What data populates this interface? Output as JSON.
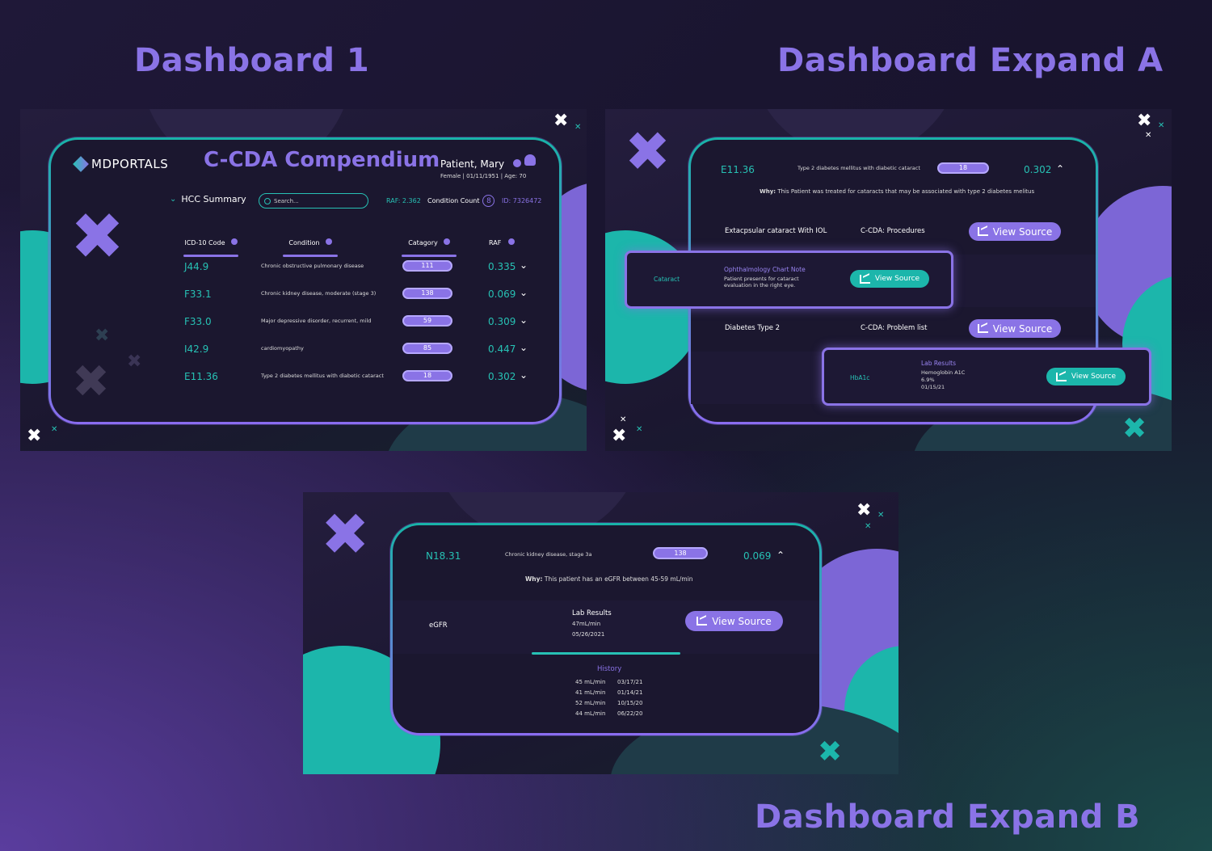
{
  "headings": {
    "dashboard1": "Dashboard 1",
    "expand_a": "Dashboard Expand A",
    "expand_b": "Dashboard Expand B"
  },
  "colors": {
    "purple": "#8a73e6",
    "teal": "#1cb6ab",
    "bg": "#1b172f"
  },
  "d1": {
    "logo": "MDPORTALS",
    "title": "C-CDA Compendium",
    "patient_name": "Patient, Mary",
    "patient_meta": "Female | 01/11/1951 | Age: 70",
    "section": "HCC Summary",
    "search_placeholder": "Search...",
    "raf_label": "RAF: 2.362",
    "condition_count_label": "Condition Count",
    "condition_count": "8",
    "id_label": "ID: 7326472",
    "columns": [
      "ICD-10 Code",
      "Condition",
      "Catagory",
      "RAF"
    ],
    "rows": [
      {
        "code": "J44.9",
        "condition": "Chronic obstructive pulmonary disease",
        "category": "111",
        "raf": "0.335"
      },
      {
        "code": "F33.1",
        "condition": "Chronic kidney disease, moderate (stage 3)",
        "category": "138",
        "raf": "0.069"
      },
      {
        "code": "F33.0",
        "condition": "Major depressive disorder, recurrent, mild",
        "category": "59",
        "raf": "0.309"
      },
      {
        "code": "I42.9",
        "condition": "cardiomyopathy",
        "category": "85",
        "raf": "0.447"
      },
      {
        "code": "E11.36",
        "condition": "Type 2 diabetes mellitus with diabetic cataract",
        "category": "18",
        "raf": "0.302"
      }
    ]
  },
  "da": {
    "code": "E11.36",
    "condition": "Type 2 diabetes mellitus with diabetic cataract",
    "category": "18",
    "raf": "0.302",
    "why_label": "Why:",
    "why_text": "This Patient was treated for cataracts that may be associated with type 2 diabetes melitus",
    "row1": {
      "name": "Extacpsular cataract With IOL",
      "source": "C-CDA: Procedures",
      "button": "View Source"
    },
    "pop1": {
      "name": "Cataract",
      "title": "Ophthalmology Chart Note",
      "detail": "Patient presents for cataract evaluation in the right eye.",
      "button": "View Source"
    },
    "row2": {
      "name": "Diabetes Type 2",
      "source": "C-CDA: Problem list",
      "button": "View Source"
    },
    "pop2": {
      "name": "HbA1c",
      "title": "Lab Results",
      "line1": "Hemoglobin A1C",
      "line2": "6.9%",
      "line3": "01/15/21",
      "button": "View Source"
    }
  },
  "db": {
    "code": "N18.31",
    "condition": "Chronic kidney disease, stage 3a",
    "category": "138",
    "raf": "0.069",
    "why_label": "Why:",
    "why_text": "This patient has an eGFR between 45-59 mL/min",
    "test": "eGFR",
    "lab_title": "Lab Results",
    "lab_value": "47mL/min",
    "lab_date": "05/26/2021",
    "button": "View Source",
    "history_title": "History",
    "history": [
      {
        "value": "45 mL/min",
        "date": "03/17/21"
      },
      {
        "value": "41 mL/min",
        "date": "01/14/21"
      },
      {
        "value": "52 mL/min",
        "date": "10/15/20"
      },
      {
        "value": "44 mL/min",
        "date": "06/22/20"
      }
    ]
  }
}
